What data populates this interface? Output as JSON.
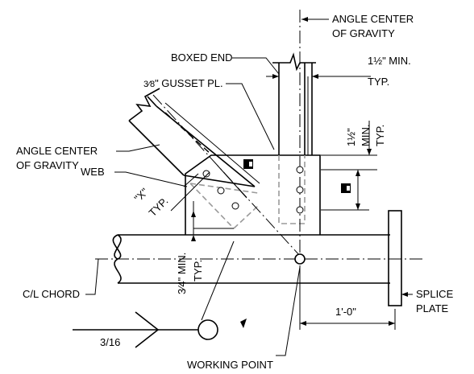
{
  "labels": {
    "angle_cg_top_line1": "ANGLE CENTER",
    "angle_cg_top_line2": "OF GRAVITY",
    "boxed_end": "BOXED END",
    "gusset_prefix": "3⁄8",
    "gusset_suffix": "\" GUSSET PL.",
    "min_dim_top": "1½\" MIN.",
    "typ_top": "TYP.",
    "vert_dim_value": "1½\"",
    "vert_dim_min": "MIN.",
    "vert_dim_typ": "TYP.",
    "angle_cg_left_line1": "ANGLE CENTER",
    "angle_cg_left_line2": "OF GRAVITY",
    "web": "WEB",
    "x_dim": "\"X\"",
    "x_typ": "TYP.",
    "chord_cl": "C/L CHORD",
    "three_quarter": "3⁄4\" MIN.",
    "typ_bottom": "TYP.",
    "splice_line1": "SPLICE",
    "splice_line2": "PLATE",
    "weld_size": "3/16",
    "one_foot": "1'-0\"",
    "working_point": "WORKING POINT"
  }
}
